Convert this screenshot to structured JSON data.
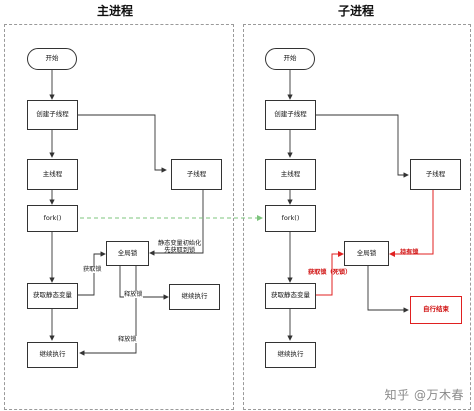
{
  "titles": {
    "left": "主进程",
    "right": "子进程"
  },
  "left": {
    "start": "开始",
    "create_thread": "创建子线程",
    "main_thread": "主线程",
    "child_thread": "子线程",
    "fork": "fork()",
    "global_lock": "全局锁",
    "get_static": "获取静态变量",
    "continue_a": "继续执行",
    "continue_b": "继续执行",
    "label_init": "静态变量初始化\n先获取到锁",
    "label_acquire": "获取锁",
    "label_release_a": "释放锁",
    "label_release_b": "释放锁"
  },
  "right": {
    "start": "开始",
    "create_thread": "创建子线程",
    "main_thread": "主线程",
    "child_thread": "子线程",
    "fork": "fork()",
    "global_lock": "全局锁",
    "get_static": "获取静态变量",
    "continue": "继续执行",
    "self_end": "自行结束",
    "label_hold": "持有锁",
    "label_deadlock": "获取锁（死锁）"
  },
  "watermark": "知乎 @万木春",
  "colors": {
    "red": "#e02020",
    "green_dashed": "#7cc47c",
    "line": "#333333"
  }
}
